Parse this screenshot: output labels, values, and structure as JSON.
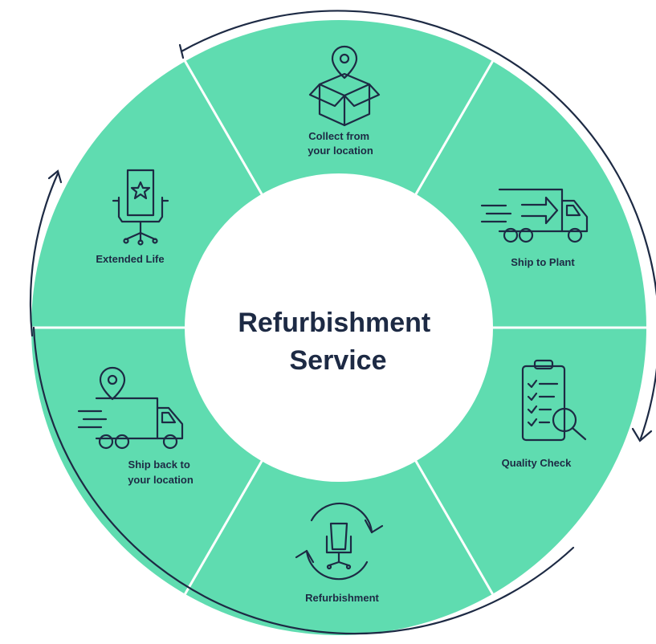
{
  "diagram": {
    "center_title_line1": "Refurbishment",
    "center_title_line2": "Service",
    "colors": {
      "ring_fill": "#5fdcb0",
      "divider": "#ffffff",
      "center_fill": "#ffffff",
      "text": "#1d2a44",
      "cycle_arrow": "#1d2a44"
    },
    "steps": [
      {
        "label_line1": "Collect from",
        "label_line2": "your location",
        "icon": "box-location-icon"
      },
      {
        "label_line1": "Ship to Plant",
        "label_line2": "",
        "icon": "delivery-truck-icon"
      },
      {
        "label_line1": "Quality Check",
        "label_line2": "",
        "icon": "checklist-magnifier-icon"
      },
      {
        "label_line1": "Refurbishment",
        "label_line2": "",
        "icon": "refurbish-chair-icon"
      },
      {
        "label_line1": "Ship back to",
        "label_line2": "your location",
        "icon": "truck-location-icon"
      },
      {
        "label_line1": "Extended Life",
        "label_line2": "",
        "icon": "chair-star-icon"
      }
    ]
  }
}
